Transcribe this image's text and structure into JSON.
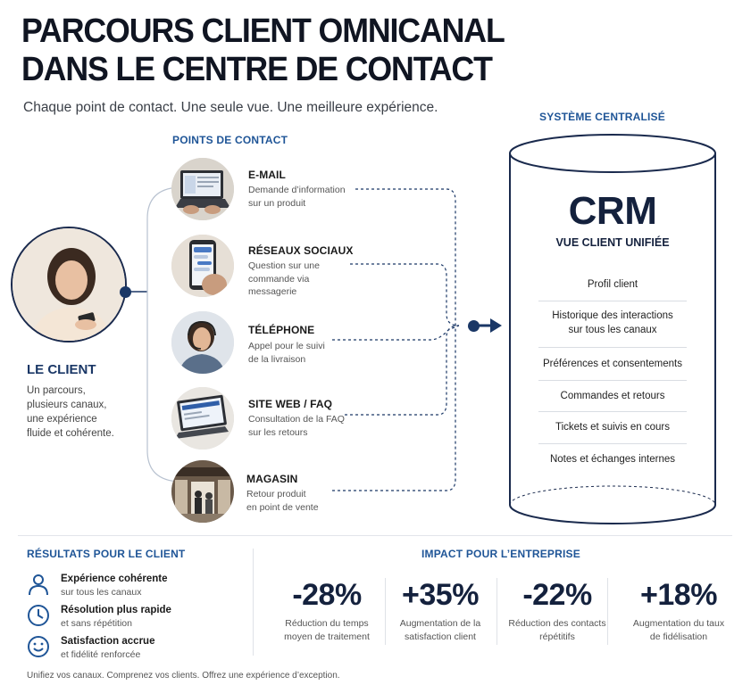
{
  "header": {
    "title_line1": "PARCOURS CLIENT OMNICANAL",
    "title_line2": "DANS LE CENTRE DE CONTACT",
    "subtitle": "Chaque point de contact. Une seule vue. Une meilleure expérience."
  },
  "client": {
    "title": "LE CLIENT",
    "desc_lines": [
      "Un parcours,",
      "plusieurs canaux,",
      "une expérience",
      "fluide et cohérente."
    ]
  },
  "touchpoints": {
    "label": "POINTS DE CONTACT",
    "items": [
      {
        "name": "E-MAIL",
        "desc": [
          "Demande d’information",
          "sur un produit"
        ]
      },
      {
        "name": "RÉSEAUX SOCIAUX",
        "desc": [
          "Question sur une",
          "commande via",
          "messagerie"
        ]
      },
      {
        "name": "TÉLÉPHONE",
        "desc": [
          "Appel pour le suivi",
          "de la livraison"
        ]
      },
      {
        "name": "SITE WEB / FAQ",
        "desc": [
          "Consultation de la FAQ",
          "sur les retours"
        ]
      },
      {
        "name": "MAGASIN",
        "desc": [
          "Retour produit",
          "en point de vente"
        ]
      }
    ]
  },
  "crm": {
    "label": "SYSTÈME CENTRALISÉ",
    "title": "CRM",
    "subtitle": "VUE CLIENT UNIFIÉE",
    "items": [
      [
        "Profil client"
      ],
      [
        "Historique des interactions",
        "sur tous les canaux"
      ],
      [
        "Préférences et consentements"
      ],
      [
        "Commandes et retours"
      ],
      [
        "Tickets et suivis en cours"
      ],
      [
        "Notes et échanges internes"
      ]
    ]
  },
  "results": {
    "label": "RÉSULTATS POUR LE CLIENT",
    "items": [
      {
        "icon": "person-icon",
        "title": "Expérience cohérente",
        "desc": "sur tous les canaux"
      },
      {
        "icon": "clock-icon",
        "title": "Résolution plus rapide",
        "desc": "et sans répétition"
      },
      {
        "icon": "smile-icon",
        "title": "Satisfaction accrue",
        "desc": "et fidélité renforcée"
      }
    ]
  },
  "impact": {
    "label": "IMPACT POUR L’ENTREPRISE",
    "kpis": [
      {
        "value": "-28%",
        "desc": [
          "Réduction du temps",
          "moyen de traitement"
        ]
      },
      {
        "value": "+35%",
        "desc": [
          "Augmentation de la",
          "satisfaction client"
        ]
      },
      {
        "value": "-22%",
        "desc": [
          "Réduction des contacts",
          "répétitifs"
        ]
      },
      {
        "value": "+18%",
        "desc": [
          "Augmentation du taux",
          "de fidélisation"
        ]
      }
    ]
  },
  "footer": "Unifiez vos canaux. Comprenez vos clients. Offrez une expérience d’exception.",
  "colors": {
    "navy": "#14213d",
    "accent_blue": "#1f5597",
    "connector": "#1a3766"
  }
}
